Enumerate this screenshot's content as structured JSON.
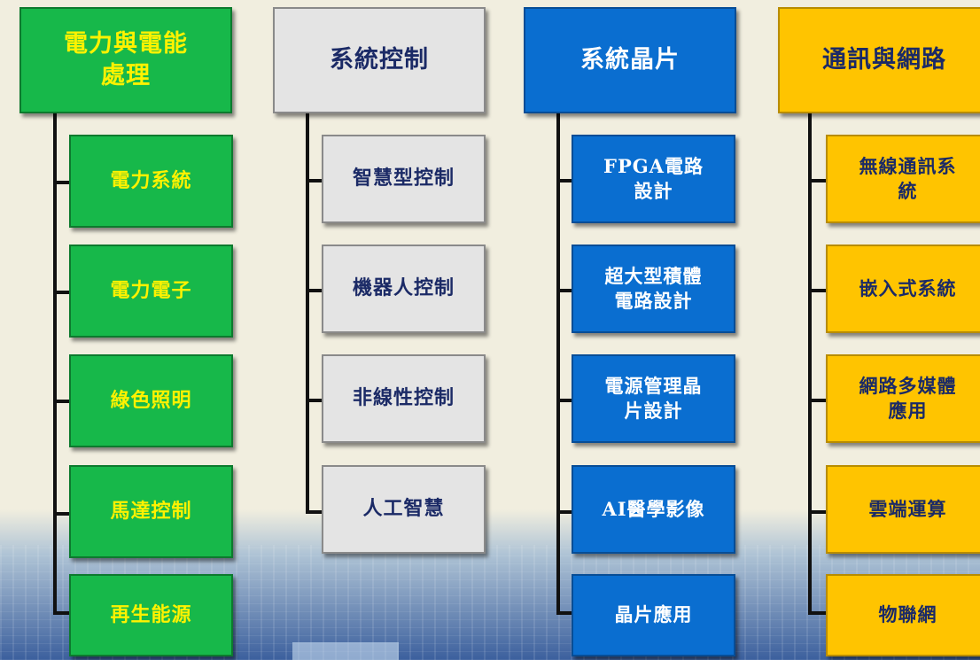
{
  "columns": [
    {
      "header": "電力與電能處理",
      "header_lines": [
        "電力與電能",
        "處理"
      ],
      "color": "#17b84a",
      "items": [
        "電力系統",
        "電力電子",
        "綠色照明",
        "馬達控制",
        "再生能源"
      ]
    },
    {
      "header": "系統控制",
      "color": "#e4e4e4",
      "items": [
        "智慧型控制",
        "機器人控制",
        "非線性控制",
        "人工智慧"
      ]
    },
    {
      "header": "系統晶片",
      "color": "#0a6ed0",
      "items": [
        "FPGA電路設計",
        "超大型積體電路設計",
        "電源管理晶片設計",
        "AI醫學影像",
        "晶片應用"
      ],
      "item_lines": [
        [
          "FPGA電路",
          "設計"
        ],
        [
          "超大型積體",
          "電路設計"
        ],
        [
          "電源管理晶",
          "片設計"
        ],
        [
          "AI醫學影像"
        ],
        [
          "晶片應用"
        ]
      ]
    },
    {
      "header": "通訊與網路",
      "color": "#ffc400",
      "items": [
        "無線通訊系統",
        "嵌入式系統",
        "網路多媒體應用",
        "雲端運算",
        "物聯網"
      ],
      "item_lines": [
        [
          "無線通訊系",
          "統"
        ],
        [
          "嵌入式系統"
        ],
        [
          "網路多媒體",
          "應用"
        ],
        [
          "雲端運算"
        ],
        [
          "物聯網"
        ]
      ]
    }
  ]
}
